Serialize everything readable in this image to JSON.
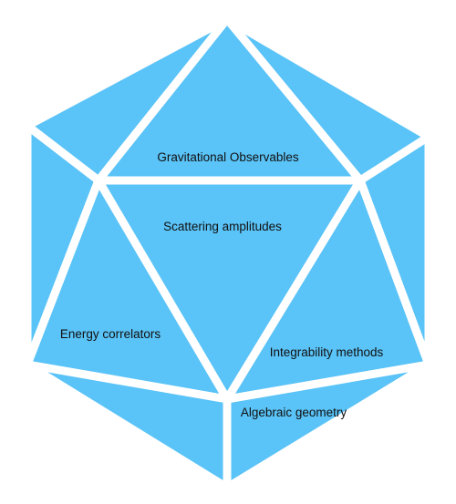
{
  "diagram": {
    "face_color": "#5ac3f7",
    "gap_color": "#ffffff",
    "label_color": "#111111",
    "labels": {
      "top": "Gravitational Observables",
      "center": "Scattering amplitudes",
      "left": "Energy correlators",
      "right": "Integrability methods",
      "bottom": "Algebraic geometry"
    }
  }
}
